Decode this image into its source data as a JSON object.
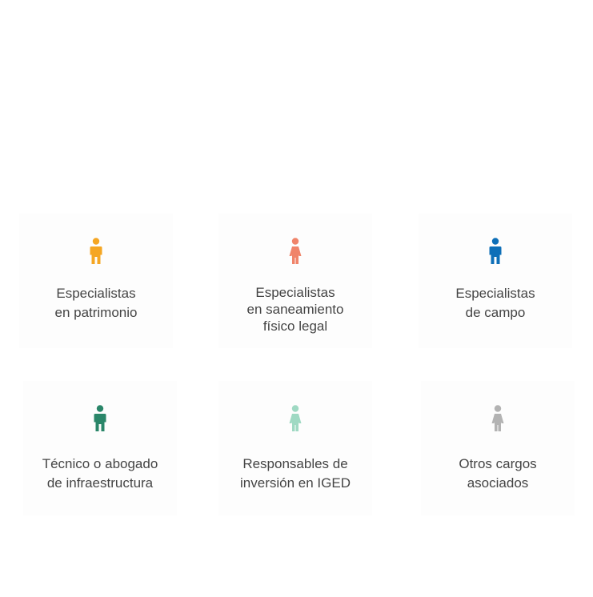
{
  "roles": [
    {
      "label": "Especialistas\nen patrimonio",
      "color": "#F5A623",
      "figure": "man-icon"
    },
    {
      "label": "Especialistas\nen saneamiento\nfísico legal",
      "color": "#F0846A",
      "figure": "woman-icon"
    },
    {
      "label": "Especialistas\nde campo",
      "color": "#0E6FB8",
      "figure": "man-icon"
    },
    {
      "label": "Técnico o abogado\nde infraestructura",
      "color": "#2A8669",
      "figure": "man-icon"
    },
    {
      "label": "Responsables de\ninversión en IGED",
      "color": "#9FD9C3",
      "figure": "woman-icon"
    },
    {
      "label": "Otros cargos\nasociados",
      "color": "#B3B3B3",
      "figure": "woman-icon"
    }
  ]
}
